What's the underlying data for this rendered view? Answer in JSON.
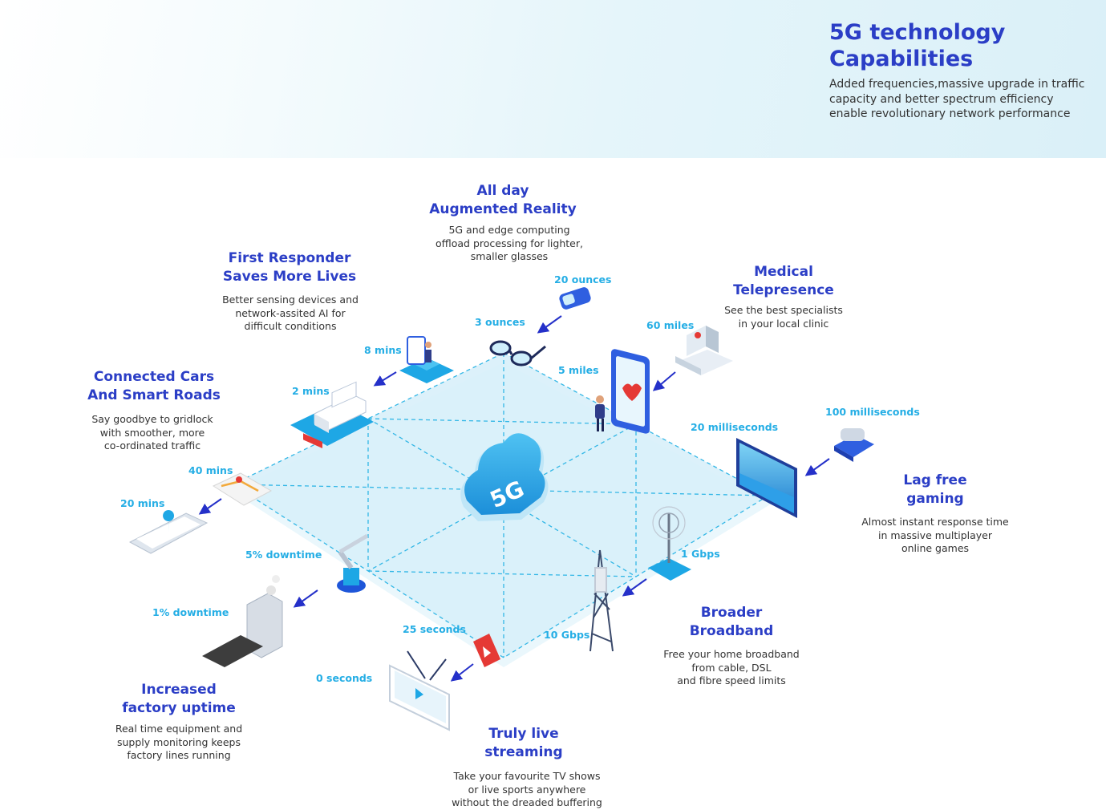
{
  "header": {
    "title_line1": "5G technology",
    "title_line2": "Capabilities",
    "description": "Added frequencies,massive upgrade in traffic capacity and better spectrum efficiency enable revolutionary network performance"
  },
  "hub": {
    "label": "5G"
  },
  "features": {
    "augmented_reality": {
      "title_line1": "All day",
      "title_line2": "Augmented Reality",
      "desc_lines": [
        "5G and edge computing",
        "offload processing for lighter,",
        "smaller glasses"
      ],
      "metric_before": "20 ounces",
      "metric_after": "3 ounces"
    },
    "first_responder": {
      "title_line1": "First Responder",
      "title_line2": "Saves More Lives",
      "desc_lines": [
        "Better sensing devices and",
        "network-assited AI for",
        "difficult conditions"
      ],
      "metric_before": "8 mins",
      "metric_after": "2 mins"
    },
    "medical_telepresence": {
      "title_line1": "Medical",
      "title_line2": "Telepresence",
      "desc_lines": [
        "See the best specialists",
        "in your local clinic"
      ],
      "metric_before": "60 miles",
      "metric_after": "5 miles"
    },
    "connected_cars": {
      "title_line1": "Connected Cars",
      "title_line2": "And Smart Roads",
      "desc_lines": [
        "Say goodbye to gridlock",
        "with smoother, more",
        "co-ordinated traffic"
      ],
      "metric_before": "40 mins",
      "metric_after": "20 mins"
    },
    "lag_free_gaming": {
      "title_line1": "Lag free",
      "title_line2": "gaming",
      "desc_lines": [
        "Almost instant response time",
        "in massive multiplayer",
        "online games"
      ],
      "metric_before": "100 milliseconds",
      "metric_after": "20 milliseconds"
    },
    "factory_uptime": {
      "title_line1": "Increased",
      "title_line2": "factory uptime",
      "desc_lines": [
        "Real time equipment and",
        "supply monitoring keeps",
        "factory lines running"
      ],
      "metric_before": "5% downtime",
      "metric_after": "1% downtime"
    },
    "broadband": {
      "title_line1": "Broader",
      "title_line2": "Broadband",
      "desc_lines": [
        "Free your home broadband",
        "from cable, DSL",
        "and fibre speed limits"
      ],
      "metric_before": "1 Gbps",
      "metric_after": "10 Gbps"
    },
    "live_streaming": {
      "title_line1": "Truly live",
      "title_line2": "streaming",
      "desc_lines": [
        "Take your favourite TV shows",
        "or live sports anywhere",
        "without the dreaded buffering"
      ],
      "metric_before": "25 seconds",
      "metric_after": "0 seconds"
    }
  },
  "colors": {
    "title_blue": "#2b3ec6",
    "metric_cyan": "#25aee5",
    "arrow_blue": "#2430c9",
    "platform_fill": "#ddf2fb",
    "dash_line": "#33b7e6"
  }
}
